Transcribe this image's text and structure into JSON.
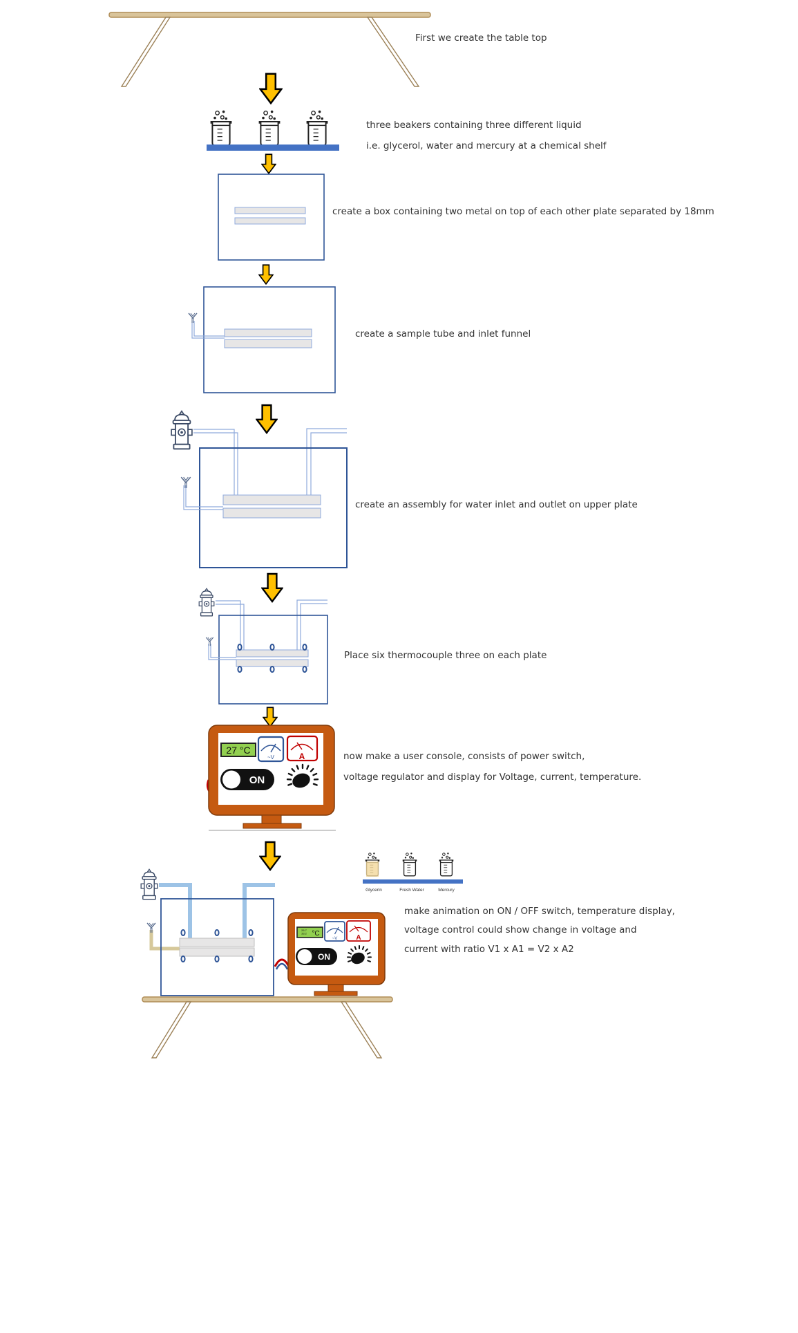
{
  "colors": {
    "arrow_fill": "#ffc000",
    "arrow_stroke": "#000000",
    "box_stroke": "#2f5597",
    "plate_fill": "#e7e6e6",
    "plate_stroke": "#8faadc",
    "shelf": "#4472c4",
    "wood": "#d9c49a",
    "wood_stroke": "#b08d57",
    "console": "#c55a11",
    "lcd": "#92d050",
    "meter_blue": "#2f5597",
    "meter_red": "#c00000",
    "pipe_blue": "#9dc3e6",
    "funnel_tube": "#d6c89a",
    "text": "#333333"
  },
  "steps": {
    "s1": "First we create the table top",
    "s2a": "three beakers containing three different liquid",
    "s2b": "i.e. glycerol, water and mercury at a chemical shelf",
    "s3": "create a box containing two metal on top of each other plate separated by 18mm",
    "s4": "create a sample tube and inlet funnel",
    "s5": "create an assembly for water inlet and outlet on upper plate",
    "s6": "Place six thermocouple three on each plate",
    "s7a": "now make a user console, consists of power switch,",
    "s7b": "voltage regulator and display for Voltage, current, temperature.",
    "s8a": "make animation on ON / OFF switch, temperature display,",
    "s8b": "voltage control could show change in voltage and",
    "s8c": "current with ratio V1 x A1 = V2 x A2"
  },
  "console": {
    "temp_display": "27 °C",
    "switch_label": "ON",
    "ammeter_letter": "A",
    "voltmeter_text": "~V",
    "small_temp_display": "°C",
    "small_temp_lines": "26.7\n33.2",
    "small_switch_label": "ON"
  },
  "shelf_labels": [
    "Glycerin",
    "Fresh Water",
    "Mercury"
  ],
  "icons": [
    "table-icon",
    "beaker-icon",
    "fire-hydrant-icon",
    "funnel-icon",
    "thermocouple-icon",
    "monitor-icon",
    "voltmeter-icon",
    "ammeter-icon",
    "power-switch-icon",
    "knob-icon",
    "arrow-down-icon"
  ]
}
